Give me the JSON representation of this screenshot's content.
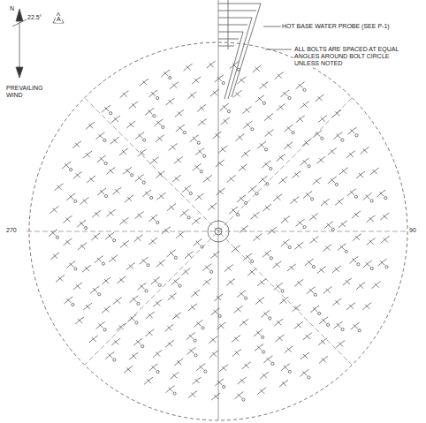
{
  "diagram": {
    "labels": [
      "270",
      "90",
      "N",
      "22.5°",
      "A",
      "PREVAILING WIND",
      "HOT BASE WATER PROBE (SEE P-1)",
      "ALL BOLTS ARE SPACED AT EQUAL ANGLES AROUND BOLT CIRCLE UNLESS NOTED"
    ]
  }
}
